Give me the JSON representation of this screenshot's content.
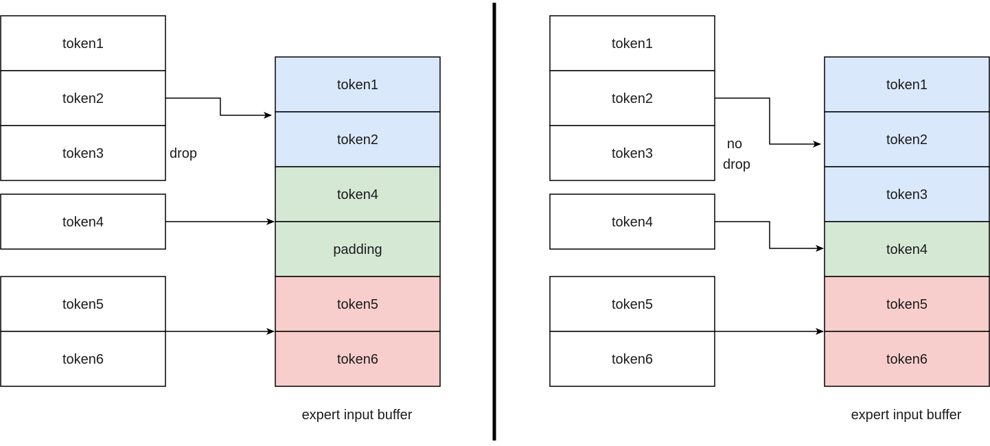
{
  "colors": {
    "blue": "#dae8fc",
    "green": "#d5e8d4",
    "red": "#f8cecc",
    "white": "#ffffff",
    "stroke": "#000000"
  },
  "left_panel": {
    "input_tokens": [
      "token1",
      "token2",
      "token3",
      "token4",
      "token5",
      "token6"
    ],
    "buffer": [
      {
        "label": "token1",
        "color": "blue"
      },
      {
        "label": "token2",
        "color": "blue"
      },
      {
        "label": "token4",
        "color": "green"
      },
      {
        "label": "padding",
        "color": "green"
      },
      {
        "label": "token5",
        "color": "red"
      },
      {
        "label": "token6",
        "color": "red"
      }
    ],
    "annotation": [
      "drop"
    ],
    "buffer_caption": "expert input buffer"
  },
  "right_panel": {
    "input_tokens": [
      "token1",
      "token2",
      "token3",
      "token4",
      "token5",
      "token6"
    ],
    "buffer": [
      {
        "label": "token1",
        "color": "blue"
      },
      {
        "label": "token2",
        "color": "blue"
      },
      {
        "label": "token3",
        "color": "blue"
      },
      {
        "label": "token4",
        "color": "green"
      },
      {
        "label": "token5",
        "color": "red"
      },
      {
        "label": "token6",
        "color": "red"
      }
    ],
    "annotation": [
      "no",
      "drop"
    ],
    "buffer_caption": "expert input buffer"
  }
}
